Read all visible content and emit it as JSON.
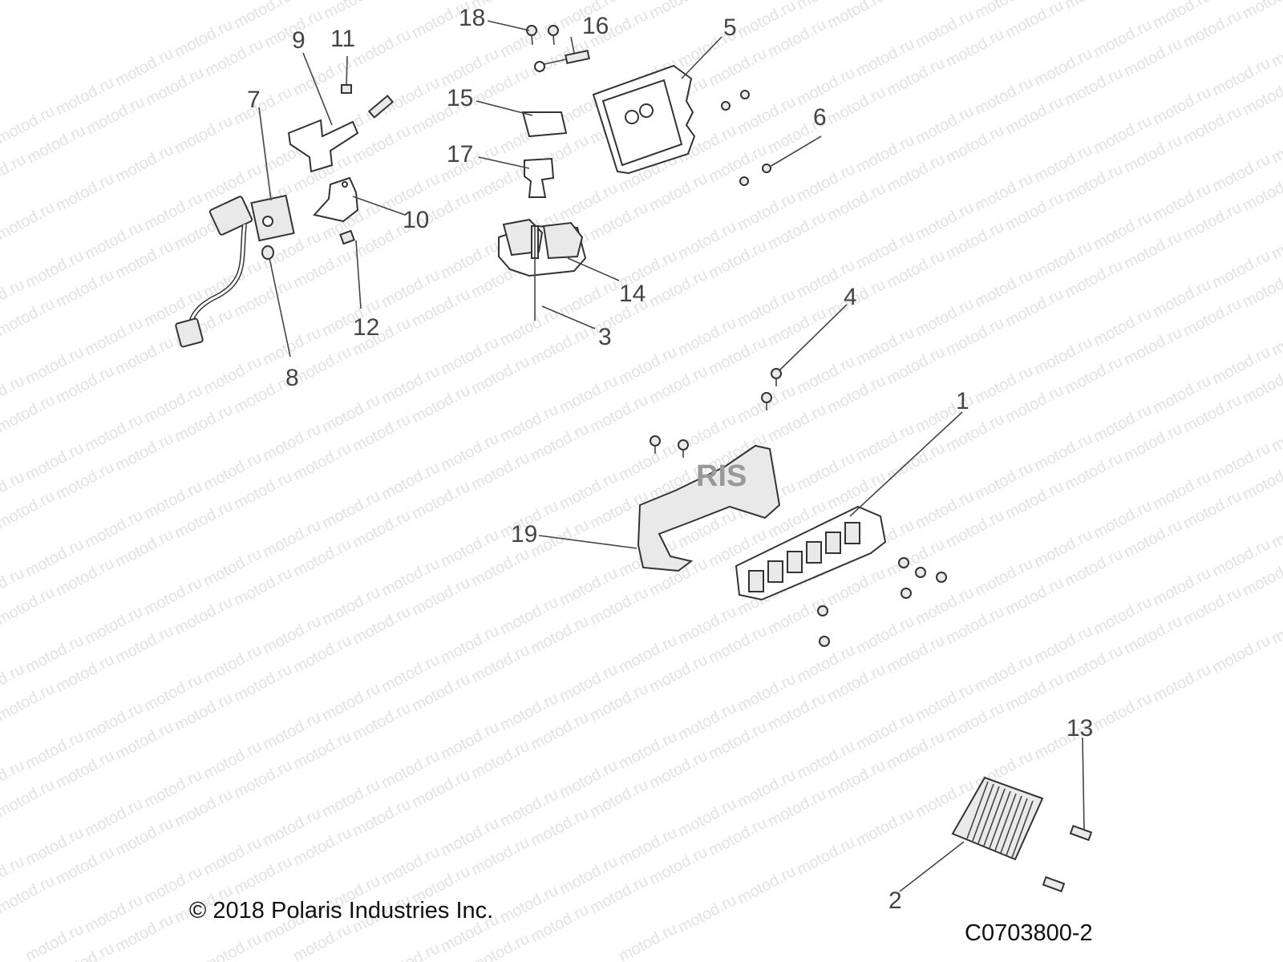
{
  "watermark": "motod.ru",
  "copyright": "© 2018 Polaris Industries Inc.",
  "diagram_code": "C0703800-2",
  "bracket_logo": "RIS",
  "callouts": [
    "1",
    "2",
    "3",
    "4",
    "5",
    "6",
    "7",
    "8",
    "9",
    "10",
    "11",
    "12",
    "13",
    "14",
    "15",
    "16",
    "17",
    "18",
    "19"
  ]
}
